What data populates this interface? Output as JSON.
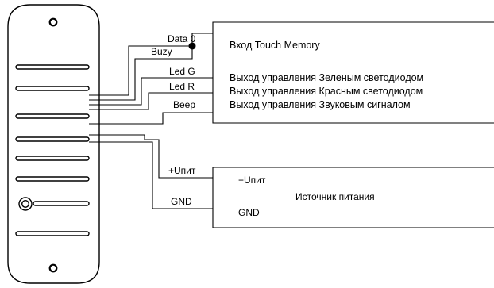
{
  "wires": {
    "data0": "Data 0",
    "buzy": "Buzy",
    "led_g": "Led G",
    "led_r": "Led R",
    "beep": "Beep",
    "power_plus": "+Uпит",
    "gnd": "GND"
  },
  "controller_box": {
    "touch_memory": "Вход Touch Memory",
    "green_led": "Выход управления Зеленым светодиодом",
    "red_led": "Выход управления Красным светодиодом",
    "sound": "Выход управления Звуковым сигналом"
  },
  "power_box": {
    "plus": "+Uпит",
    "title": "Источник питания",
    "gnd": "GND"
  }
}
